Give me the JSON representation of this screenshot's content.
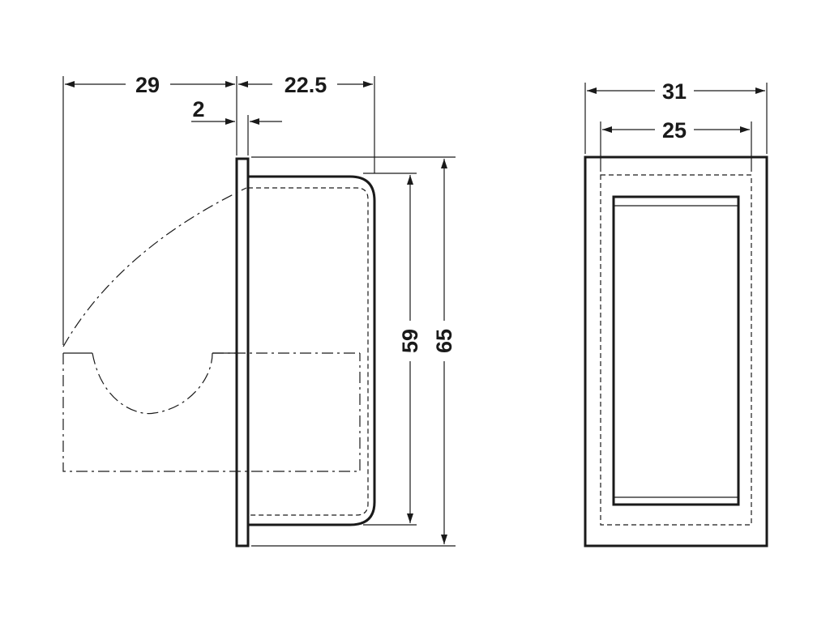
{
  "dimensions": {
    "depth_total": "29",
    "depth_inner": "22.5",
    "flange_thickness": "2",
    "outer_width": "31",
    "inner_width": "25",
    "inner_height": "59",
    "outer_height": "65"
  },
  "colors": {
    "line": "#1a1a1a",
    "background": "#ffffff"
  }
}
